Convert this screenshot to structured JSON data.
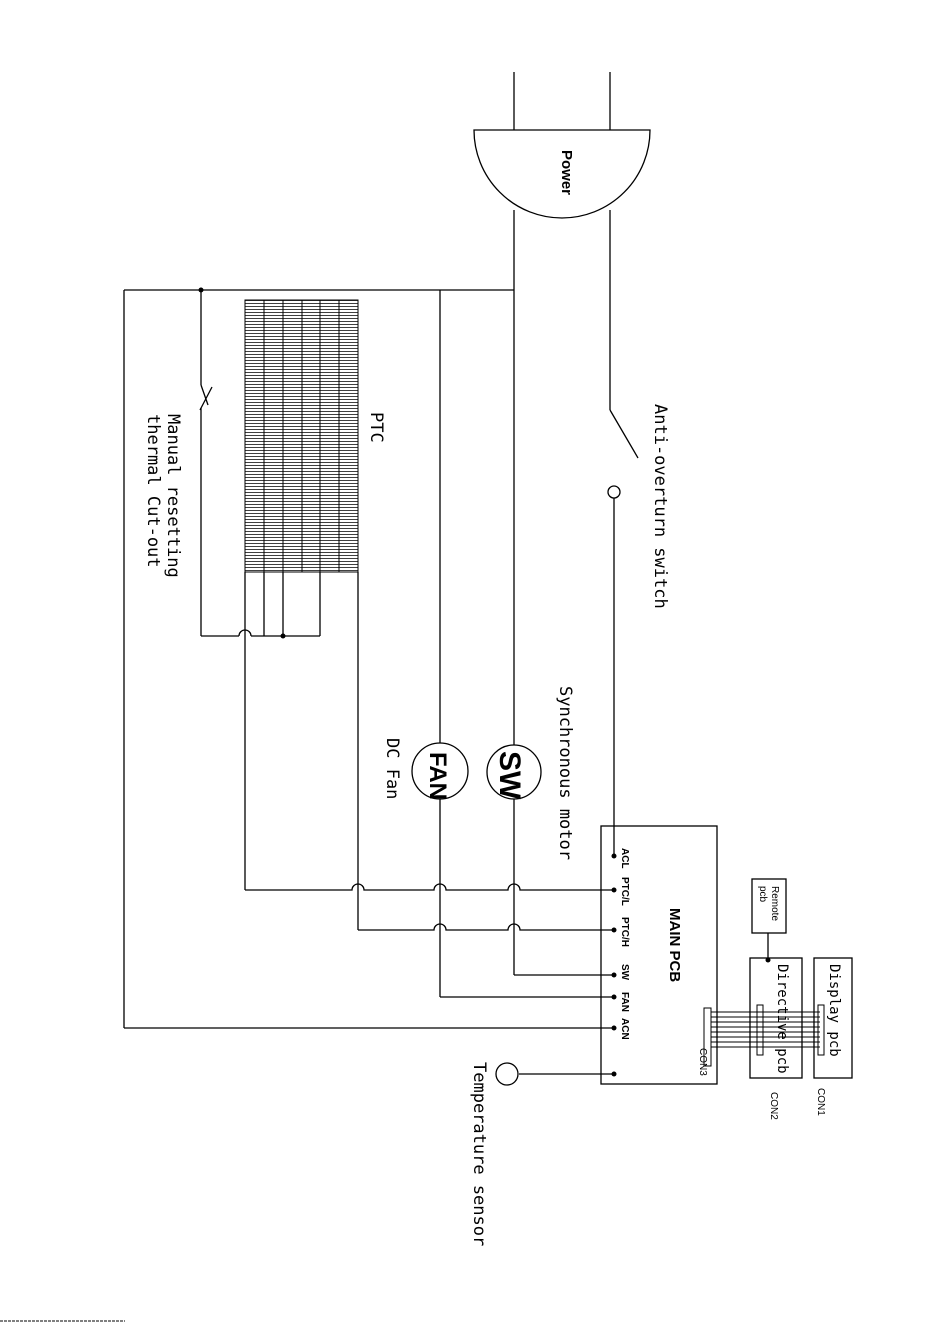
{
  "labels": {
    "power": "Power",
    "anti_overturn": "Anti-overturn switch",
    "ptc": "PTC",
    "thermal_line1": "Manual resetting",
    "thermal_line2": "thermal Cut-out",
    "synchronous_motor": "Synchronous motor",
    "sw": "SW",
    "fan": "FAN",
    "dc_fan": "DC Fan",
    "main_pcb": "MAIN PCB",
    "remote_pcb_line1": "Remote",
    "remote_pcb_line2": "pcb",
    "directive_pcb": "Directive pcb",
    "display_pcb": "Display pcb",
    "con1": "CON1",
    "con2": "CON2",
    "con3": "CON3",
    "temperature_sensor": "Temperature sensor"
  },
  "pins": [
    "ACL",
    "PTC/L",
    "PTC/H",
    "SW",
    "FAN",
    "ACN"
  ]
}
